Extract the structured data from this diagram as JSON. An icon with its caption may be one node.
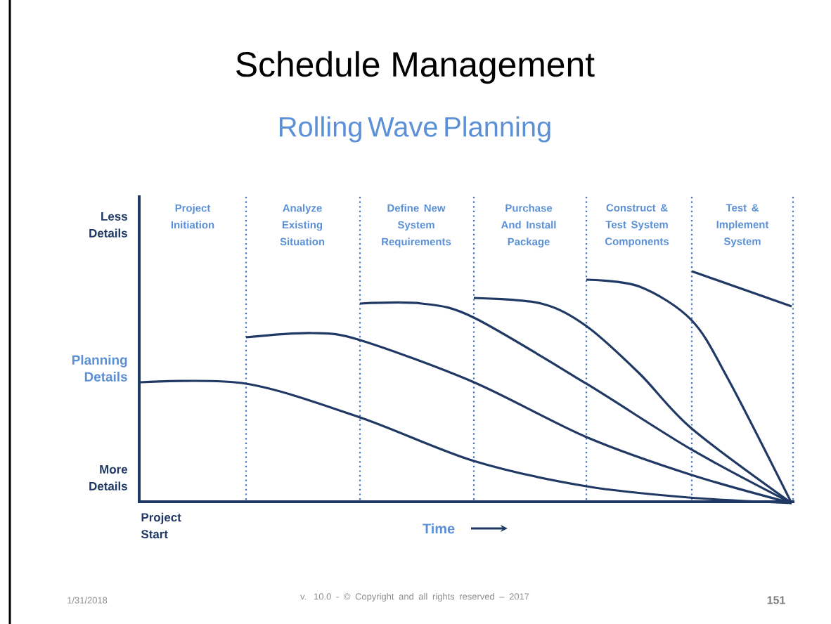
{
  "diagram": {
    "title": "Schedule Management",
    "labels": [
      "Rolling Wave Planning",
      "Less Details",
      "Project Initiation",
      "Analyze Existing Situation",
      "Define New System Requirements",
      "Purchase And Install Package",
      "Construct & Test System Components",
      "Test & Implement System",
      "Planning Details",
      "More Details",
      "Project Start",
      "Time",
      "1/31/2018",
      "v. 10.0 - © Copyright and all rights reserved – 2017",
      "151"
    ]
  }
}
